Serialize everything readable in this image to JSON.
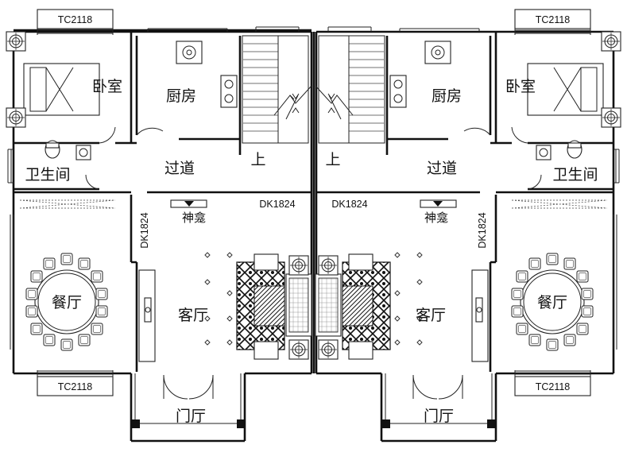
{
  "rooms": {
    "bedroom": "卧室",
    "kitchen": "厨房",
    "bathroom": "卫生间",
    "corridor": "过道",
    "up": "上",
    "shrine": "神龛",
    "dining": "餐厅",
    "living": "客厅",
    "entrance": "门厅"
  },
  "codes": {
    "window_tc": "TC2118",
    "door_dk": "DK1824"
  }
}
